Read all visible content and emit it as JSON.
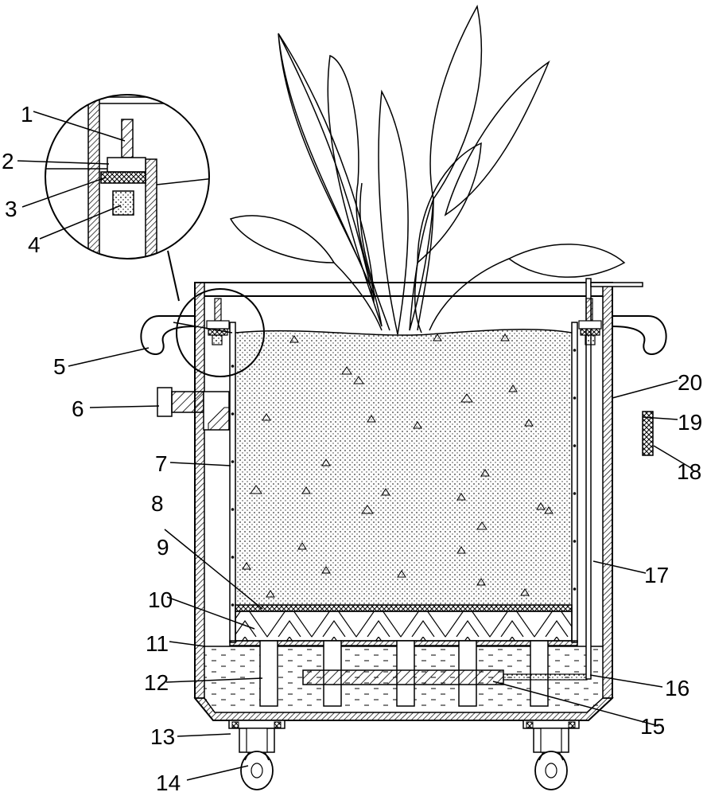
{
  "figure": {
    "labels": {
      "n1": "1",
      "n2": "2",
      "n3": "3",
      "n4": "4",
      "n5": "5",
      "n6": "6",
      "n7": "7",
      "n8": "8",
      "n9": "9",
      "n10": "10",
      "n11": "11",
      "n12": "12",
      "n13": "13",
      "n14": "14",
      "n15": "15",
      "n16": "16",
      "n17": "17",
      "n18": "18",
      "n19": "19",
      "n20": "20"
    }
  }
}
